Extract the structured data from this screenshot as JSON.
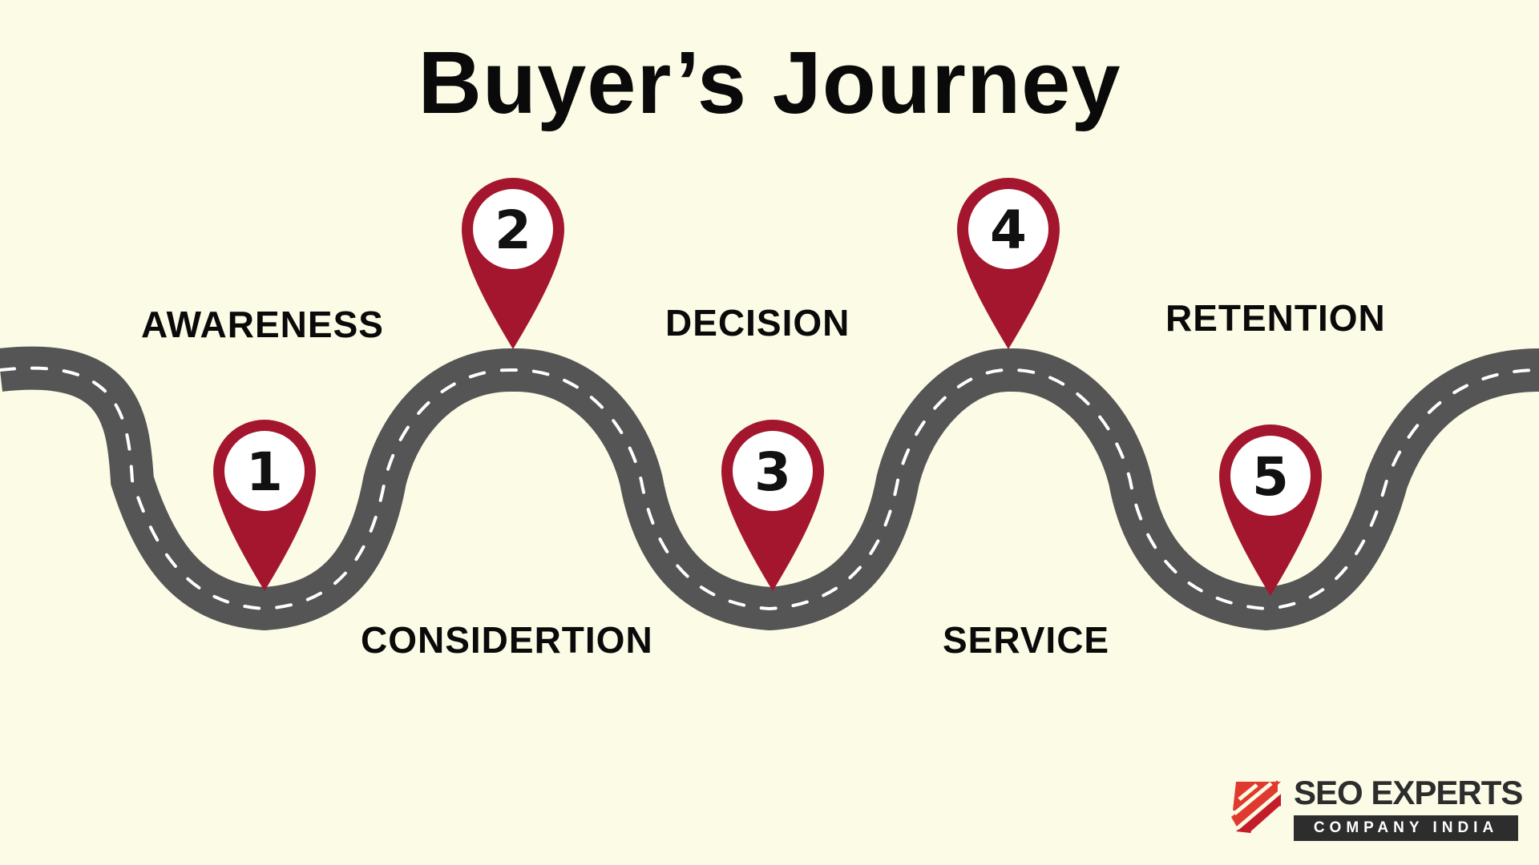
{
  "title": "Buyer’s Journey",
  "stages": [
    {
      "number": "1",
      "label": "AWARENESS"
    },
    {
      "number": "2",
      "label": "CONSIDERTION"
    },
    {
      "number": "3",
      "label": "DECISION"
    },
    {
      "number": "4",
      "label": "SERVICE"
    },
    {
      "number": "5",
      "label": "RETENTION"
    }
  ],
  "colors": {
    "background": "#fbfbe6",
    "road": "#555555",
    "pin": "#a3162d",
    "text": "#0a0a0a"
  },
  "logo": {
    "name": "SEO EXPERTS",
    "subtitle": "COMPANY INDIA",
    "icon": "stripes-logo-icon"
  }
}
